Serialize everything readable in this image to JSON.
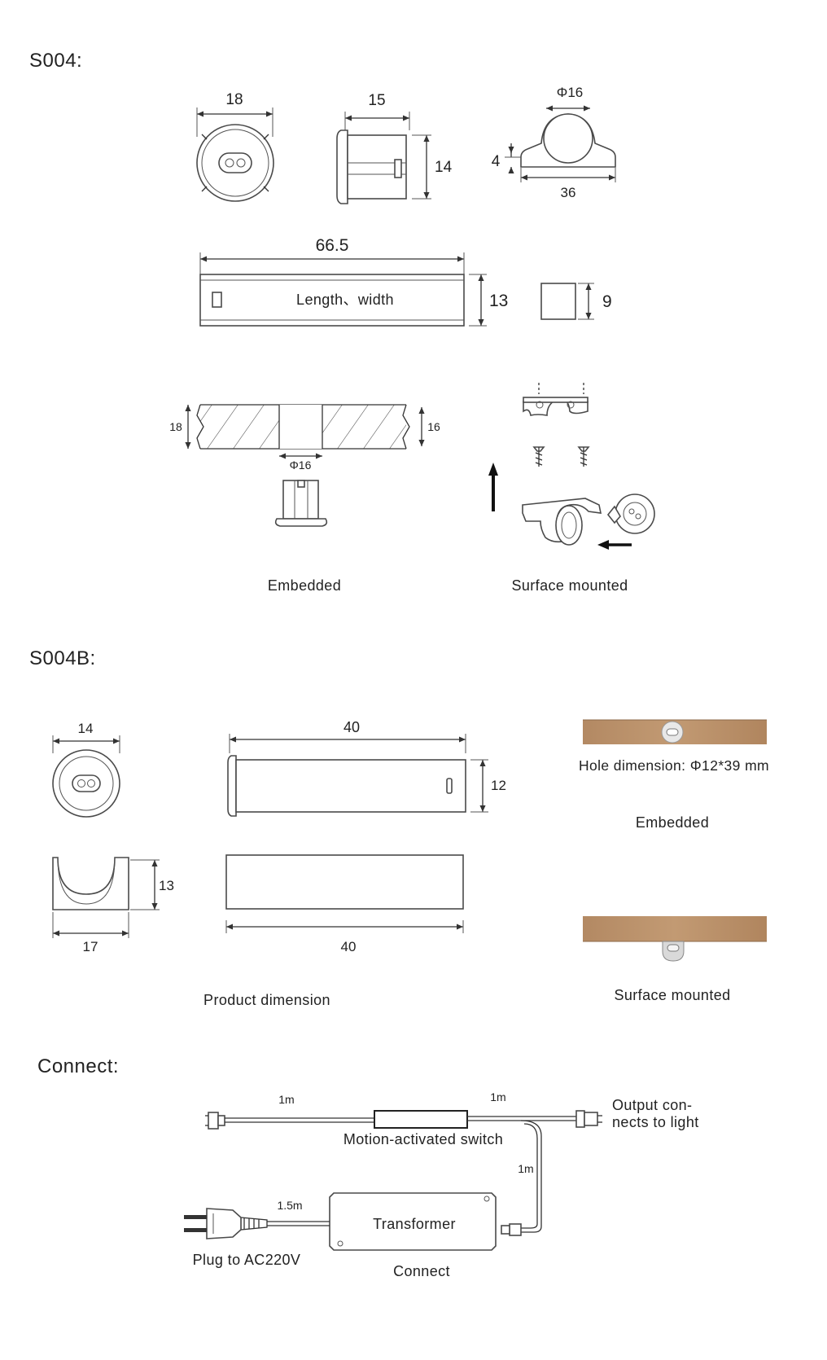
{
  "sections": {
    "s004": "S004:",
    "s004b": "S004B:",
    "connect": "Connect:"
  },
  "s004": {
    "front_width": "18",
    "side_depth": "15",
    "side_height": "14",
    "clip_diameter": "Φ16",
    "clip_height": "4",
    "clip_width": "36",
    "bar_length": "66.5",
    "bar_label": "Length、width",
    "bar_height": "13",
    "square_size": "9",
    "board_thickness": "18",
    "board_right": "16",
    "hole_diameter": "Φ16",
    "embedded_label": "Embedded",
    "surface_label": "Surface mounted"
  },
  "s004b": {
    "front_width": "14",
    "bar_length_top": "40",
    "bar_height": "12",
    "clip_height": "13",
    "clip_width": "17",
    "bar_length_bottom": "40",
    "product_label": "Product dimension",
    "hole_label": "Hole dimension: Φ12*39 mm",
    "embedded_label": "Embedded",
    "surface_label": "Surface mounted",
    "wood_color": "#b8906a"
  },
  "connect": {
    "wire_left": "1m",
    "wire_right": "1m",
    "output_line1": "Output con-",
    "output_line2": "nects to light",
    "switch_label": "Motion-activated switch",
    "wire_down": "1m",
    "wire_plug": "1.5m",
    "transformer_label": "Transformer",
    "plug_label": "Plug to AC220V",
    "connect_label": "Connect"
  }
}
